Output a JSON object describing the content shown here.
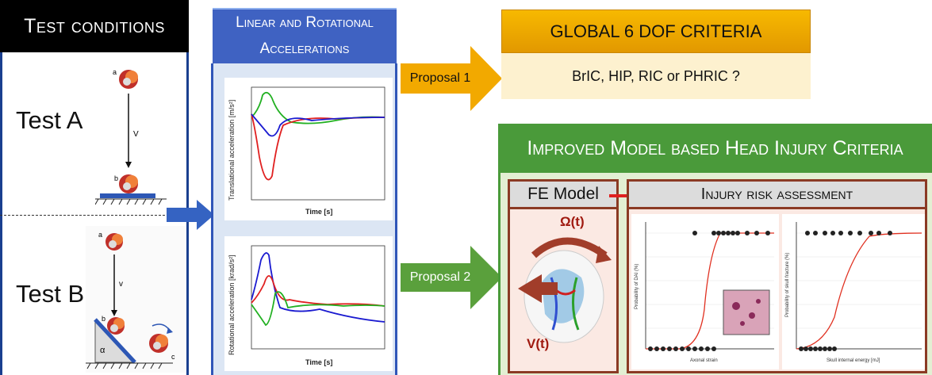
{
  "test_conditions": {
    "title": "Test conditions",
    "test_a": "Test A",
    "test_b": "Test B",
    "points_a": [
      "a",
      "b"
    ],
    "points_b": [
      "a",
      "b",
      "c"
    ],
    "velocity": "V",
    "velocity_b": "v",
    "angle": "α"
  },
  "accelerations": {
    "title_line1": "Linear and Rotational",
    "title_line2": "Accelerations",
    "chart1_ylabel": "Translational acceleration [m/s²]",
    "chart1_xlabel": "Time [s]",
    "chart2_ylabel": "Rotational acceleration [krad/s²]",
    "chart2_xlabel": "Time [s]"
  },
  "proposals": {
    "proposal1": "Proposal 1",
    "proposal2": "Proposal 2"
  },
  "global": {
    "title": "GLOBAL 6 DOF CRITERIA",
    "criteria": "BrIC, HIP, RIC or PHRIC ?"
  },
  "improved": {
    "title": "Improved Model based Head Injury Criteria",
    "fe_model": "FE Model",
    "omega": "Ω(t)",
    "vel": "V(t)",
    "risk": "Injury risk assessment",
    "risk1_xlabel": "Axonal strain",
    "risk1_ylabel": "Probability of DAI (%)",
    "risk2_xlabel": "Skull internal energy [mJ]",
    "risk2_ylabel": "Probability of skull fracture (%)"
  },
  "colors": {
    "accel_green": "#22b022",
    "accel_red": "#e02020",
    "accel_blue": "#1a1ad0",
    "proposal1": "#f2a900",
    "proposal2": "#5aa03c",
    "risk_curve": "#e03020"
  }
}
